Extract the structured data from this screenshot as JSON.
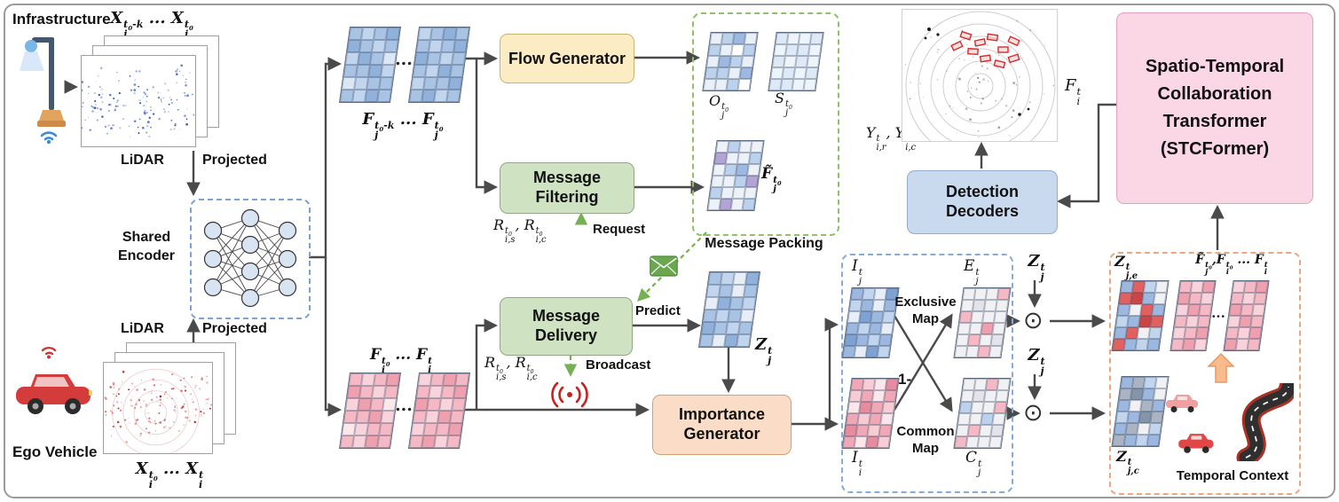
{
  "colors": {
    "arrow": "#4a4a4a",
    "green_dashed": "#76b055",
    "flow_fill": "#fcecc3",
    "message_fill": "#cfe3c3",
    "importance_fill": "#fbdcc6",
    "stc_fill": "#fbd7e6",
    "decoder_fill": "#c9daee",
    "packing_border": "#8fc06a",
    "maps_border": "#85abd8",
    "context_border": "#eba87e",
    "encoder_border": "#7ba3d6"
  },
  "labels": {
    "infrastructure": "Infrastructure",
    "ego_vehicle": "Ego Vehicle",
    "lidar": "LiDAR",
    "projected": "Projected",
    "shared_encoder_l1": "Shared",
    "shared_encoder_l2": "Encoder",
    "flow_generator": "Flow Generator",
    "message_filtering_l1": "Message",
    "message_filtering_l2": "Filtering",
    "message_delivery_l1": "Message",
    "message_delivery_l2": "Delivery",
    "message_packing": "Message Packing",
    "request": "Request",
    "broadcast": "Broadcast",
    "predict": "Predict",
    "importance_generator_l1": "Importance",
    "importance_generator_l2": "Generator",
    "exclusive_map_l1": "Exclusive",
    "exclusive_map_l2": "Map",
    "common_map_l1": "Common",
    "common_map_l2": "Map",
    "one_minus": "1-",
    "odot": "⊙",
    "temporal_context": "Temporal Context",
    "stcformer_l1": "Spatio-Temporal",
    "stcformer_l2": "Collaboration",
    "stcformer_l3": "Transformer",
    "stcformer_l4": "(STCFormer)",
    "detection_decoders_l1": "Detection",
    "detection_decoders_l2": "Decoders",
    "dots": "..."
  },
  "math": {
    "x_infra": "X_j^{t_0-k} ... X_j^{t_0}",
    "x_ego": "X_i^{t_0} ... X_i^{t}",
    "f_infra": "F_j^{t_0-k} ... F_j^{t_0}",
    "f_ego": "F_i^{t_0} ... F_i^{t}",
    "request_vars": "R_{i,s}^{t_0}, R_{i,c}^{t_0}",
    "broadcast_vars": "R_{i,s}^{t_0}, R_{i,c}^{t_0}",
    "o_map": "O_j^{t_0}",
    "s_map": "S_j^{t_0}",
    "f_tilde": "F̃_j^{t_0}",
    "z_pred": "Z_j^{t}",
    "z_top": "Z_j^{t}",
    "z_mid": "Z_j^{t}",
    "i_j": "I_j^{t}",
    "i_i": "I_i^{t}",
    "e_j": "E_j^{t}",
    "c_j": "C_j^{t}",
    "z_je": "Z_{j,e}^{t}",
    "z_jc": "Z_{j,c}^{t}",
    "context_feats": "F̃_j^{t_0},F_i^{t_0} ... F_i^{t}",
    "f_out": "F_i^{t}",
    "y_out": "Y_{i,r}^{t}, Y_{i,c}^{t}"
  },
  "grids": {
    "fj1": {
      "cols": 4,
      "rows": 6,
      "cell": 14,
      "palette": [
        "#a9c3e4",
        "#c2d5ee",
        "#8fb1da",
        "#dbe7f5"
      ],
      "cells": "010220101203002131000120"
    },
    "fj2": {
      "cols": 4,
      "rows": 6,
      "cell": 14,
      "palette": [
        "#a9c3e4",
        "#c2d5ee",
        "#8fb1da",
        "#dbe7f5"
      ],
      "cells": "102001022010012010020210"
    },
    "fi1": {
      "cols": 4,
      "rows": 6,
      "cell": 14,
      "palette": [
        "#f4b9c4",
        "#f8d3db",
        "#efa0af",
        "#fce7eb"
      ],
      "cells": "010220101203002131000120"
    },
    "fi2": {
      "cols": 4,
      "rows": 6,
      "cell": 14,
      "palette": [
        "#f4b9c4",
        "#f8d3db",
        "#efa0af",
        "#fce7eb"
      ],
      "cells": "102001022010012010020210"
    },
    "o": {
      "cols": 4,
      "rows": 5,
      "cell": 13,
      "palette": [
        "#e9f0f8",
        "#bcd2ec",
        "#9db9e0",
        "#ffffff"
      ],
      "cells": "01201031021011020013"
    },
    "s": {
      "cols": 4,
      "rows": 5,
      "cell": 13,
      "palette": [
        "#dde9f6",
        "#eef4fb"
      ],
      "cells": "01101001010110100011"
    },
    "ft": {
      "cols": 4,
      "rows": 6,
      "cell": 13,
      "palette": [
        "#edf1f8",
        "#bcd2ec",
        "#b2a4d4",
        "#9db9e0"
      ],
      "cells": "010020010130001210000201"
    },
    "z": {
      "cols": 4,
      "rows": 6,
      "cell": 14,
      "palette": [
        "#a9c3e4",
        "#c2d5ee",
        "#e7eef7",
        "#8fb1da"
      ],
      "cells": "012310202301010230100231"
    },
    "ij": {
      "cols": 4,
      "rows": 6,
      "cell": 13,
      "palette": [
        "#9cb8df",
        "#c2d5ee",
        "#e7eef7",
        "#7ea2d2"
      ],
      "cells": "012310202301010230100231"
    },
    "ii": {
      "cols": 4,
      "rows": 6,
      "cell": 13,
      "palette": [
        "#f0a8b6",
        "#f7ccd5",
        "#fbe7eb",
        "#e78c9e"
      ],
      "cells": "012310202301010230100231"
    },
    "ej": {
      "cols": 4,
      "rows": 6,
      "cell": 13,
      "palette": [
        "#f1f1f4",
        "#f4b9c4",
        "#e3e3e9",
        "#efa0af"
      ],
      "cells": "000102001000003001020010"
    },
    "cj": {
      "cols": 4,
      "rows": 6,
      "cell": 13,
      "palette": [
        "#f1f1f4",
        "#f4b9c4",
        "#bcd2ec",
        "#e3e3e9"
      ],
      "cells": "001003002001002001031000"
    },
    "zje": {
      "cols": 4,
      "rows": 6,
      "cell": 13,
      "palette": [
        "#9cb8df",
        "#e26060",
        "#f1f1f4",
        "#c2d5ee",
        "#cc4444"
      ],
      "cells": "013214020210304101231030"
    },
    "zjc": {
      "cols": 4,
      "rows": 6,
      "cell": 13,
      "palette": [
        "#9cb8df",
        "#aab4c2",
        "#f1f1f4",
        "#c2d5ee",
        "#8494a9"
      ],
      "cells": "013214020210304101231030"
    },
    "cx1": {
      "cols": 3,
      "rows": 6,
      "cell": 13,
      "palette": [
        "#f4b9c4",
        "#f8d3db",
        "#efa0af",
        "#fce7eb"
      ],
      "cells": "012201120010102021"
    },
    "cx2": {
      "cols": 3,
      "rows": 6,
      "cell": 13,
      "palette": [
        "#f4b9c4",
        "#f8d3db",
        "#efa0af",
        "#fce7eb"
      ],
      "cells": "102010201120012210"
    }
  }
}
